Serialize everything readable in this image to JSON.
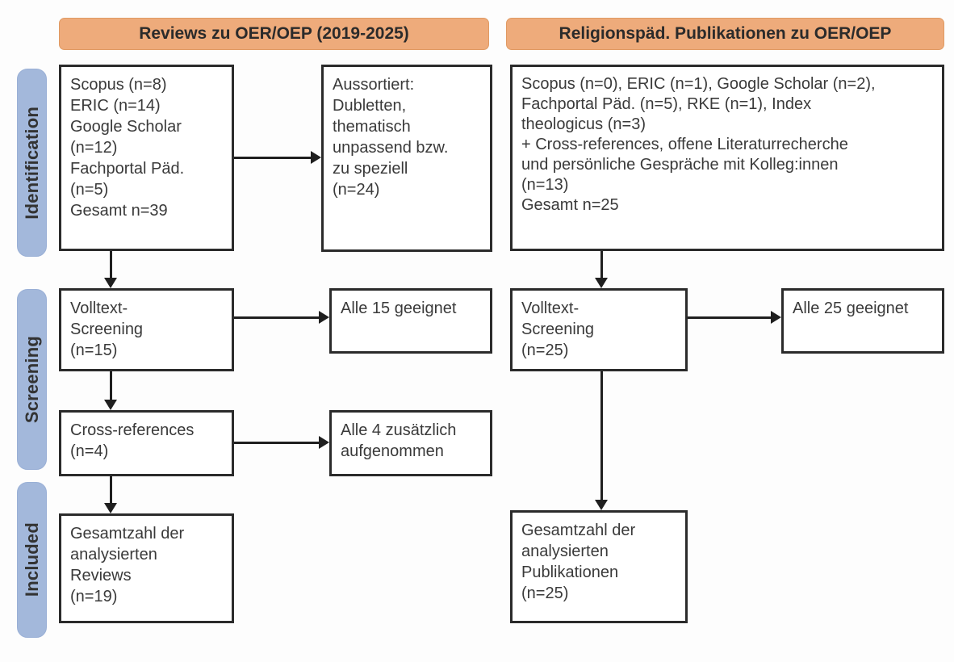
{
  "diagram": {
    "type": "prisma-flow-diagram",
    "phases": [
      {
        "key": "identification",
        "label": "Identification"
      },
      {
        "key": "screening",
        "label": "Screening"
      },
      {
        "key": "included",
        "label": "Included"
      }
    ],
    "columns": [
      {
        "key": "left",
        "header": "Reviews zu OER/OEP (2019-2025)"
      },
      {
        "key": "right",
        "header": "Religionspäd. Publikationen zu OER/OEP"
      }
    ],
    "colors": {
      "phase_bar": "#a3b8db",
      "column_header": "#eeab7b",
      "box_border": "#2b2b2b",
      "text": "#3a3a3a",
      "connector": "#1f1f1f"
    },
    "boxes": {
      "left_identification": "Scopus (n=8)\nERIC (n=14)\nGoogle Scholar\n(n=12)\nFachportal Päd.\n(n=5)\nGesamt n=39",
      "left_excluded": "Aussortiert:\nDubletten,\nthematisch\nunpassend bzw.\nzu speziell\n(n=24)",
      "left_screening": "Volltext-\nScreening\n(n=15)",
      "left_screening_result": "Alle 15 geeignet",
      "left_crossrefs": "Cross-references\n(n=4)",
      "left_crossrefs_result": "Alle 4 zusätzlich\naufgenommen",
      "left_included": "Gesamtzahl der\nanalysierten\nReviews\n(n=19)",
      "right_identification": "Scopus (n=0), ERIC (n=1), Google Scholar (n=2),\nFachportal Päd. (n=5), RKE (n=1), Index\ntheologicus (n=3)\n+ Cross-references, offene Literaturrecherche\nund persönliche Gespräche mit Kolleg:innen\n(n=13)\nGesamt n=25",
      "right_screening": "Volltext-\nScreening\n(n=25)",
      "right_screening_result": "Alle 25 geeignet",
      "right_included": "Gesamtzahl der\nanalysierten\nPublikationen\n(n=25)"
    },
    "counts": {
      "left_scopus": 8,
      "left_eric": 14,
      "left_google_scholar": 12,
      "left_fachportal": 5,
      "left_total": 39,
      "left_excluded": 24,
      "left_fulltext_screening": 15,
      "left_crossrefs": 4,
      "left_included": 19,
      "right_scopus": 0,
      "right_eric": 1,
      "right_google_scholar": 2,
      "right_fachportal": 5,
      "right_rke": 1,
      "right_index_theologicus": 3,
      "right_other_sources": 13,
      "right_total": 25,
      "right_fulltext_screening": 25,
      "right_included": 25
    }
  }
}
